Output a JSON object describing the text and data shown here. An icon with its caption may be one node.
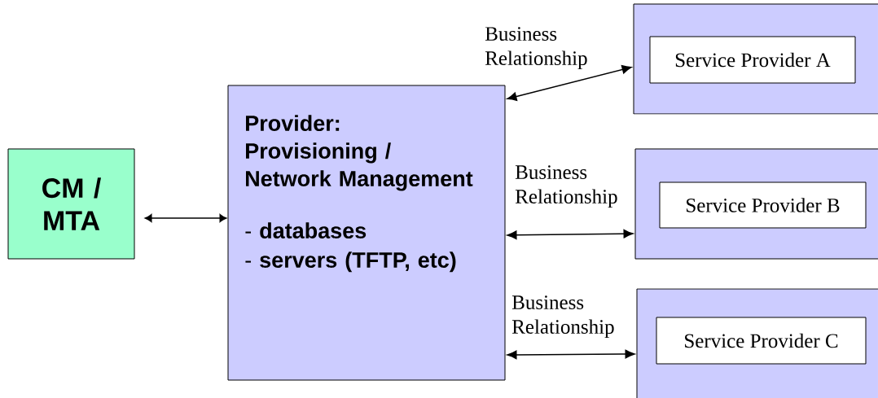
{
  "diagram": {
    "nodes": [
      {
        "text": [
          "CM / MTA"
        ]
      },
      {
        "text": [
          "Provider: Provisioning / Network Management",
          "- **databases**",
          "- **servers (TFTP, etc)**"
        ]
      },
      {
        "text": [],
        "shape": "box"
      },
      {
        "text": [
          "Service Provider A"
        ],
        "in": 2
      },
      {
        "text": [],
        "shape": "box"
      },
      {
        "text": [
          "Service Provider B"
        ],
        "in": 4
      },
      {
        "text": [],
        "shape": "box"
      },
      {
        "text": [
          "Service Provider C"
        ],
        "in": 6
      }
    ],
    "edges": [
      {
        "from": 0,
        "to": 1,
        "arrow": "both"
      },
      {
        "from": 1,
        "to": 2,
        "arrow": "both",
        "label": "Business Relationship"
      },
      {
        "from": 1,
        "to": 4,
        "arrow": "both",
        "label": "Business Relationship"
      },
      {
        "from": 1,
        "to": 6,
        "arrow": "both",
        "label": "Business Relationship"
      }
    ]
  }
}
